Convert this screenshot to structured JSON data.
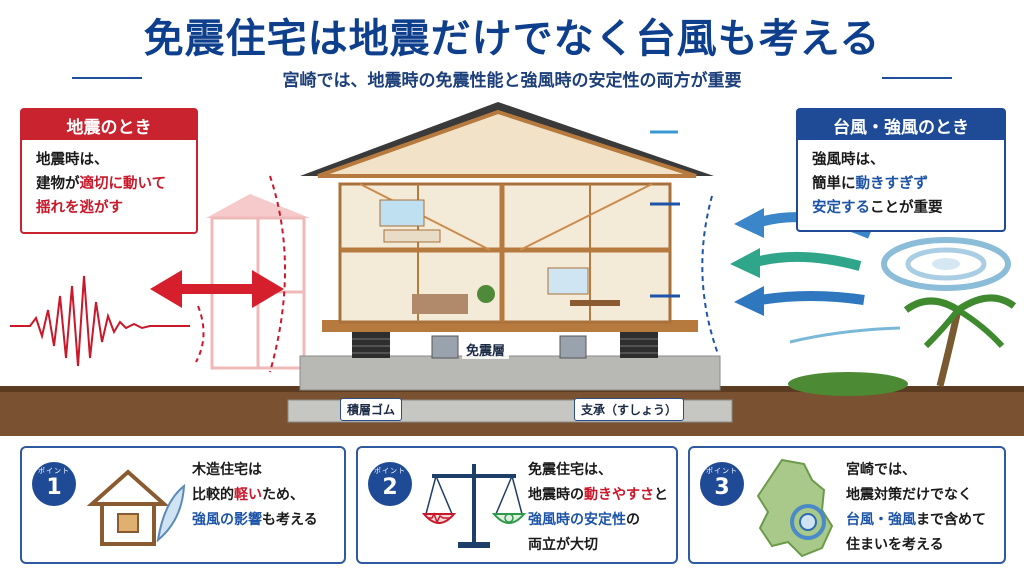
{
  "title": "免震住宅は地震だけでなく台風も考える",
  "subtitle": "宮崎では、地震時の免震性能と強風時の安定性の両方が重要",
  "quake_panel": {
    "heading": "地震のとき",
    "line1": "地震時は、",
    "line2_pre": "建物が",
    "line2_em": "適切に動いて",
    "line3_em": "揺れを逃がす"
  },
  "wind_panel": {
    "heading": "台風・強風のとき",
    "line1": "強風時は、",
    "line2_pre": "簡単に",
    "line2_em": "動きすぎず",
    "line3_em": "安定する",
    "line3_post": "ことが重要"
  },
  "labels": {
    "isolation_layer": "免震層",
    "rubber": "積層ゴム",
    "bearing": "支承（すしょう）"
  },
  "points": [
    {
      "badge_label": "ポイント",
      "number": "1",
      "line1": "木造住宅は",
      "line2_pre": "比較的",
      "line2_em": "軽い",
      "line2_post": "ため、",
      "line3_em": "強風の影響",
      "line3_post": "も考える"
    },
    {
      "badge_label": "ポイント",
      "number": "2",
      "line1": "免震住宅は、",
      "line2_pre": "地震時の",
      "line2_em": "動きやすさ",
      "line2_post": "と",
      "line3_em": "強風時の安定性",
      "line3_post": "の",
      "line4": "両立が大切"
    },
    {
      "badge_label": "ポイント",
      "number": "3",
      "line1": "宮崎では、",
      "line2": "地震対策だけでなく",
      "line3_em": "台風・強風",
      "line3_post": "まで含めて",
      "line4": "住まいを考える"
    }
  ],
  "colors": {
    "title": "#0e3f8c",
    "quake_red": "#c8232f",
    "wind_blue": "#1e4a96",
    "wood": "#c98c4e",
    "ground": "#7a5232"
  }
}
